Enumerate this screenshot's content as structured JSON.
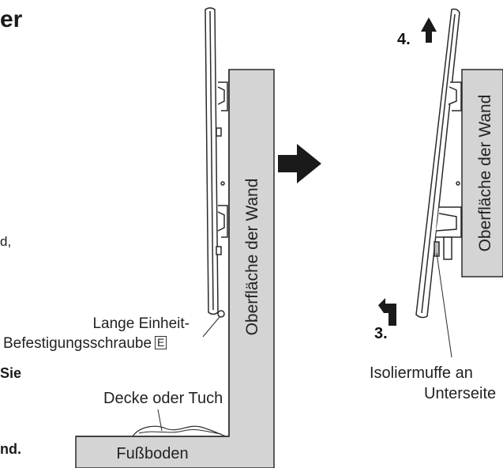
{
  "left_text_fragments": [
    {
      "text": "er"
    },
    {
      "text": "d,"
    },
    {
      "text": "Sie"
    },
    {
      "text": "nd."
    }
  ],
  "left_figure": {
    "wall_label": "Oberfläche der Wand",
    "floor_label": "Fußboden",
    "screw_label_line1": "Lange Einheit-",
    "screw_label_line2": "Befestigungsschraube",
    "screw_label_box": "E",
    "cloth_label": "Decke oder Tuch"
  },
  "right_figure": {
    "wall_label": "Oberfläche der Wand",
    "step_up": "4.",
    "step_tilt": "3.",
    "sleeve_label_line1": "Isoliermuffe an",
    "sleeve_label_line2": "Unterseite"
  },
  "colors": {
    "wall": "#d4d4d4",
    "outline": "#2a2a2a",
    "arrow": "#1a1a1a"
  },
  "icons": [
    "right-arrow-icon",
    "up-arrow-icon",
    "curved-arrow-icon"
  ]
}
